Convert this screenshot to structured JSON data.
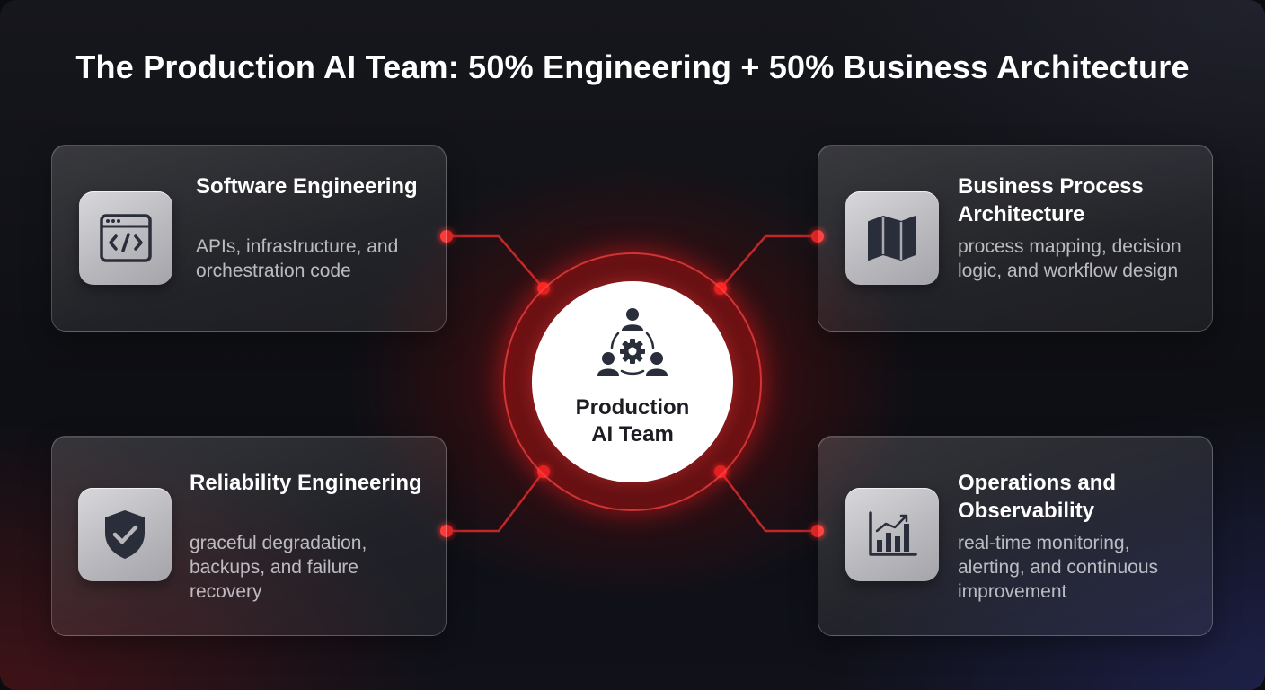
{
  "title": "The Production AI Team: 50% Engineering + 50% Business Architecture",
  "hub": {
    "label": "Production AI Team",
    "icon": "team-gear-icon"
  },
  "cards": [
    {
      "title": "Software Engineering",
      "description": "APIs, infrastructure, and orchestration code",
      "icon": "code-window-icon"
    },
    {
      "title": "Business Process Architecture",
      "description": "process mapping, decision logic, and workflow design",
      "icon": "map-icon"
    },
    {
      "title": "Reliability Engineering",
      "description": "graceful degradation, backups, and failure recovery",
      "icon": "shield-check-icon"
    },
    {
      "title": "Operations and Observability",
      "description": "real-time monitoring, alerting, and continuous improvement",
      "icon": "bar-chart-icon"
    }
  ],
  "colors": {
    "accent": "#ff2a2a",
    "connector": "#d42a2a",
    "icon_dark": "#2a2d3a",
    "card_text": "#ffffff"
  }
}
